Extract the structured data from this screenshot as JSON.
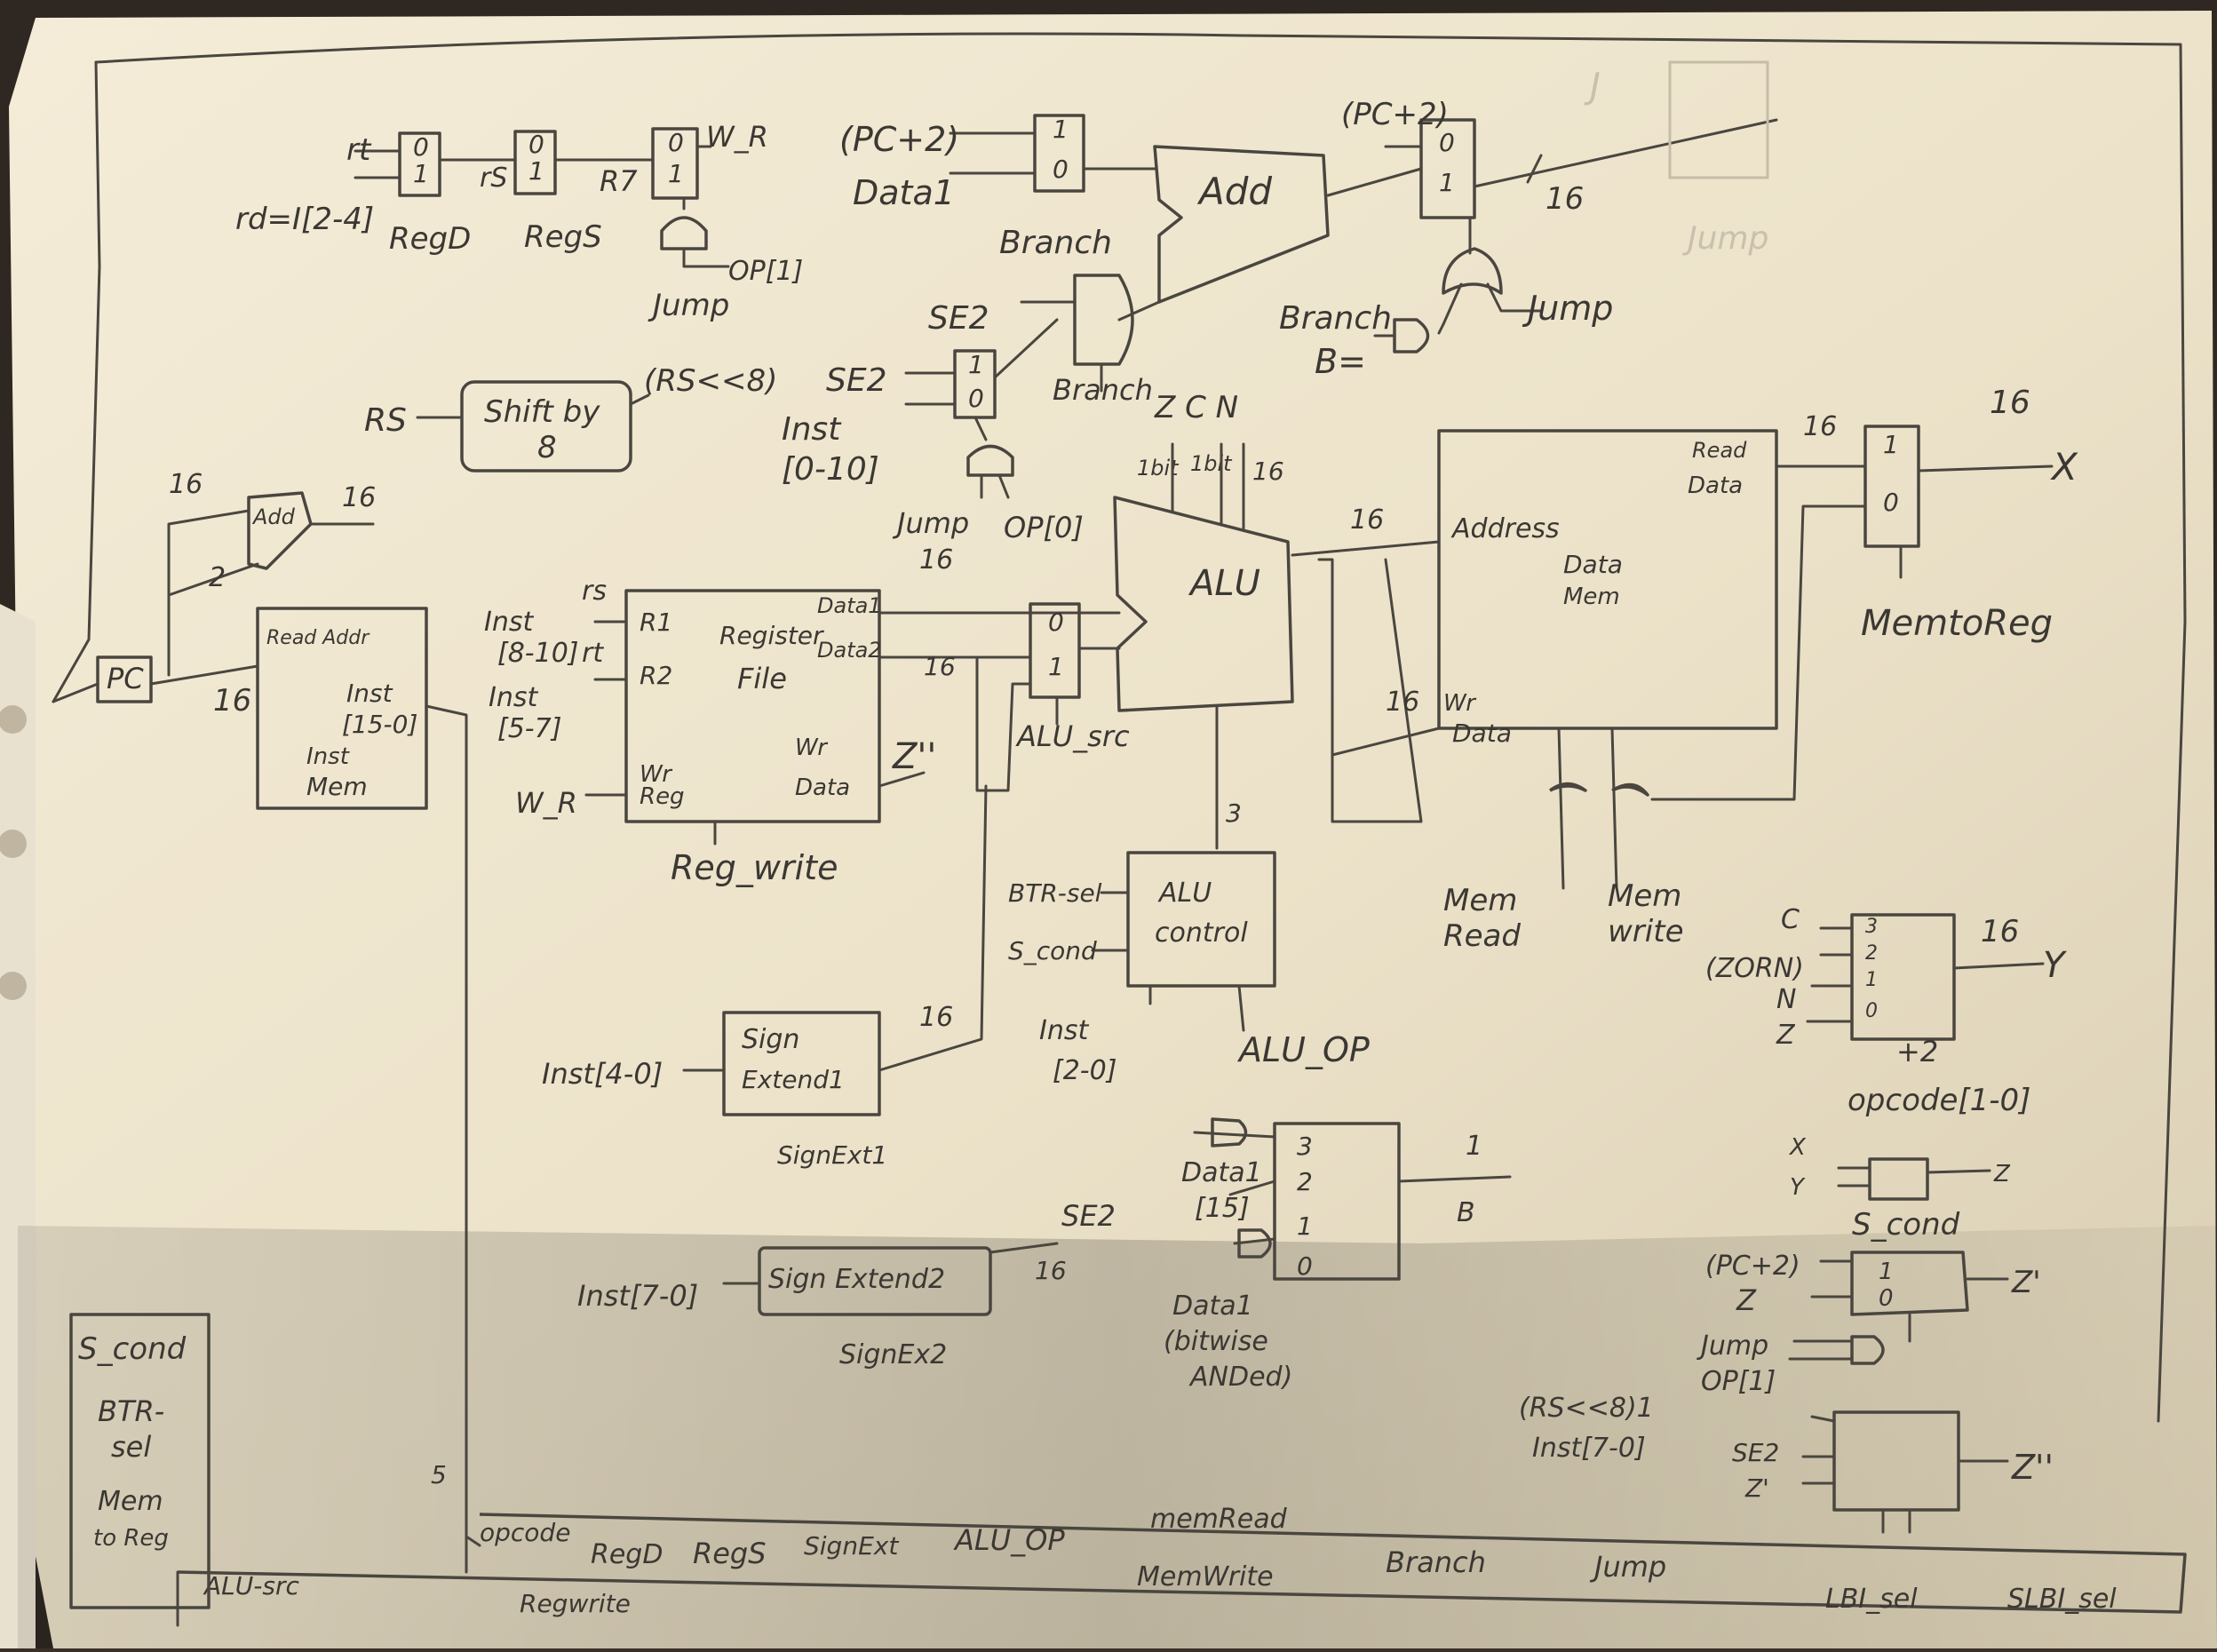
{
  "labels": {
    "rd_eq": "rd=I[2-4]",
    "rt_top": "rt",
    "rs_mid": "rS",
    "r7": "R7",
    "w_r_top": "W_R",
    "regd": "RegD",
    "regs": "RegS",
    "jump_op1": "Jump",
    "op1_top": "OP[1]",
    "pc2_top": "(PC+2)",
    "data1_top": "Data1",
    "branch_mux": "Branch",
    "add_top": "Add",
    "pc2_right": "(PC+2)",
    "w16_pc": "16",
    "j_faint": "J",
    "jump_faint": "Jump",
    "se2_a": "SE2",
    "se2_b": "SE2",
    "branch_and": "Branch",
    "branch_or": "Branch",
    "b_eq": "B=",
    "jump_or": "Jump",
    "rs_shift": "RS",
    "shift_by_8a": "Shift by",
    "shift_by_8b": "8",
    "rs_shl8": "(RS<<8)",
    "inst_a": "Inst",
    "inst_b": "[0-10]",
    "jump_and2": "Jump",
    "op0": "OP[0]",
    "zcn": "Z C N",
    "w1bit_a": "1bit",
    "w1bit_b": "1bit",
    "w16_zcn": "16",
    "w16_pcadd_in": "16",
    "pc_add": "Add",
    "w16_pcadd_out": "16",
    "two": "2",
    "pc": "PC",
    "read_addr": "Read Addr",
    "w16_pc_out": "16",
    "inst_15_0a": "Inst",
    "inst_15_0b": "[15-0]",
    "inst_mem_a": "Inst",
    "inst_mem_b": "Mem",
    "inst_8_10a": "Inst",
    "inst_8_10b": "[8-10]",
    "rs_rf": "rs",
    "rt_rf": "rt",
    "inst_5_7a": "Inst",
    "inst_5_7b": "[5-7]",
    "r1": "R1",
    "r2": "R2",
    "register_file_a": "Register",
    "register_file_b": "File",
    "data1_rf": "Data1",
    "data2_rf": "Data2",
    "w16_d1": "16",
    "w16_d2": "16",
    "wr_reg_a": "Wr",
    "wr_reg_b": "Reg",
    "wr_data_a": "Wr",
    "wr_data_b": "Data",
    "z_dprime": "Z''",
    "w_r_rf": "W_R",
    "reg_write": "Reg_write",
    "alu": "ALU",
    "alu_src": "ALU_src",
    "w16_alu": "16",
    "w3": "3",
    "address": "Address",
    "data_mem_a": "Data",
    "data_mem_b": "Mem",
    "read_data_a": "Read",
    "read_data_b": "Data",
    "w16_rd": "16",
    "w16_out": "16",
    "x_out": "X",
    "mem_to_reg": "MemtoReg",
    "w16_wd": "16",
    "wr_data_mem_a": "Wr",
    "wr_data_mem_b": "Data",
    "mem_read_a": "Mem",
    "mem_read_b": "Read",
    "mem_write_a": "Mem",
    "mem_write_b": "write",
    "btr_sel": "BTR-sel",
    "s_cond_alu": "S_cond",
    "alu_control_a": "ALU",
    "alu_control_b": "control",
    "inst_2_0a": "Inst",
    "inst_2_0b": "[2-0]",
    "alu_op": "ALU_OP",
    "c_in": "C",
    "zorn": "(ZORN)",
    "n_in": "N",
    "z_in": "Z",
    "w16_y": "16",
    "y_out": "Y",
    "plus2": "+2",
    "opcode_1_0": "opcode[1-0]",
    "inst_4_0": "Inst[4-0]",
    "sign_extend_a": "Sign",
    "sign_extend_b": "Extend1",
    "w16_se1": "16",
    "sign_ext1": "SignExt1",
    "data1_15a": "Data1",
    "data1_15b": "[15]",
    "data1_bw_a": "Data1",
    "data1_bw_b": "(bitwise",
    "data1_bw_c": "ANDed)",
    "b_mux_3": "3",
    "b_mux_2": "2",
    "b_mux_1": "1",
    "b_mux_0": "0",
    "w1_b": "1",
    "b_out": "B",
    "inst_7_0": "Inst[7-0]",
    "sign_extend2": "Sign Extend2",
    "se2_out": "SE2",
    "w16_se2": "16",
    "sign_ext2": "SignEx2",
    "xy_x": "X",
    "xy_y": "Y",
    "xy_z": "Z",
    "s_cond_gate": "S_cond",
    "pc2_zp": "(PC+2)",
    "z_zp": "Z",
    "z_prime": "Z'",
    "jump_zp": "Jump",
    "op1_zp": "OP[1]",
    "rs_shl8_1": "(RS<<8)1",
    "inst_7_0_z": "Inst[7-0]",
    "se2_z": "SE2",
    "zp_z": "Z'",
    "z_dprime_out": "Z''",
    "w5": "5",
    "opcode": "opcode",
    "ctl_regd": "RegD",
    "ctl_regs": "RegS",
    "ctl_signext": "SignExt",
    "ctl_aluop": "ALU_OP",
    "ctl_memread": "memRead",
    "ctl_memwrite": "MemWrite",
    "ctl_branch": "Branch",
    "ctl_jump": "Jump",
    "ctl_lbi": "LBI_sel",
    "ctl_slbi": "SLBI_sel",
    "ctl_alusrc": "ALU-src",
    "ctl_regwrite": "Regwrite",
    "note_scond": "S_cond",
    "note_btr_a": "BTR-",
    "note_btr_b": "sel",
    "note_mem_a": "Mem",
    "note_mem_b": "to Reg"
  },
  "colors": {
    "paper": "#efe6d0",
    "ink": "#3b3833"
  }
}
